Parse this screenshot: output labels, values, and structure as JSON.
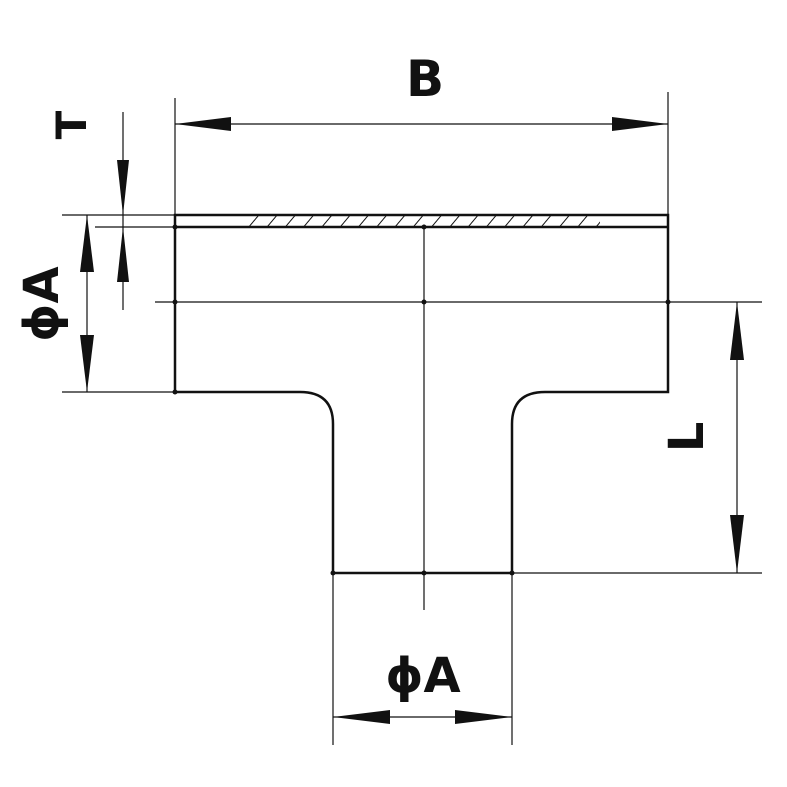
{
  "diagram": {
    "dimensions": {
      "B": "B",
      "T": "T",
      "A_run": "ϕA",
      "L": "L",
      "A_branch": "ϕA"
    }
  },
  "colors": {
    "line": "#111111",
    "background": "#ffffff"
  }
}
